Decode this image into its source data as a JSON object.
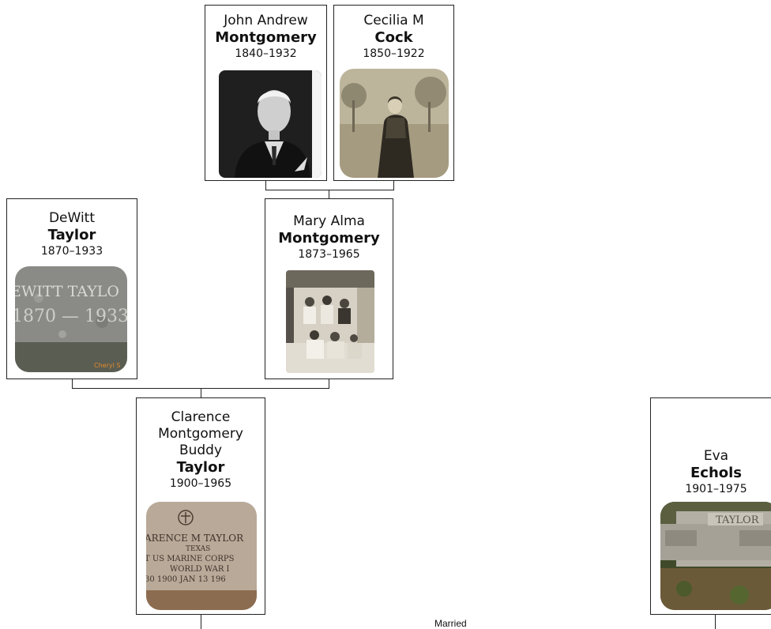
{
  "people": {
    "john": {
      "first": "John Andrew",
      "last": "Montgomery",
      "years": "1840–1932"
    },
    "cecilia": {
      "first": "Cecilia M",
      "last": "Cock",
      "years": "1850–1922"
    },
    "dewitt": {
      "first": "DeWitt",
      "last": "Taylor",
      "years": "1870–1933"
    },
    "mary": {
      "first": "Mary Alma",
      "last": "Montgomery",
      "years": "1873–1965"
    },
    "clarence": {
      "first_lines": [
        "Clarence",
        "Montgomery",
        "Buddy"
      ],
      "last": "Taylor",
      "years": "1900–1965"
    },
    "eva": {
      "first": "Eva",
      "last": "Echols",
      "years": "1901–1975"
    }
  },
  "photos": {
    "dewitt_stone": {
      "line1": "EWITT TAYLO",
      "line2": "1870 — 1933",
      "watermark": "Cheryl S"
    },
    "clarence_stone": {
      "line1": "ARENCE M TAYLOR",
      "line2": "TEXAS",
      "line3": "T US MARINE CORPS",
      "line4": "WORLD WAR I",
      "line5": "30 1900   JAN 13 196"
    },
    "eva_stone": {
      "line1": "TAYLOR"
    }
  },
  "labels": {
    "married": "Married"
  }
}
